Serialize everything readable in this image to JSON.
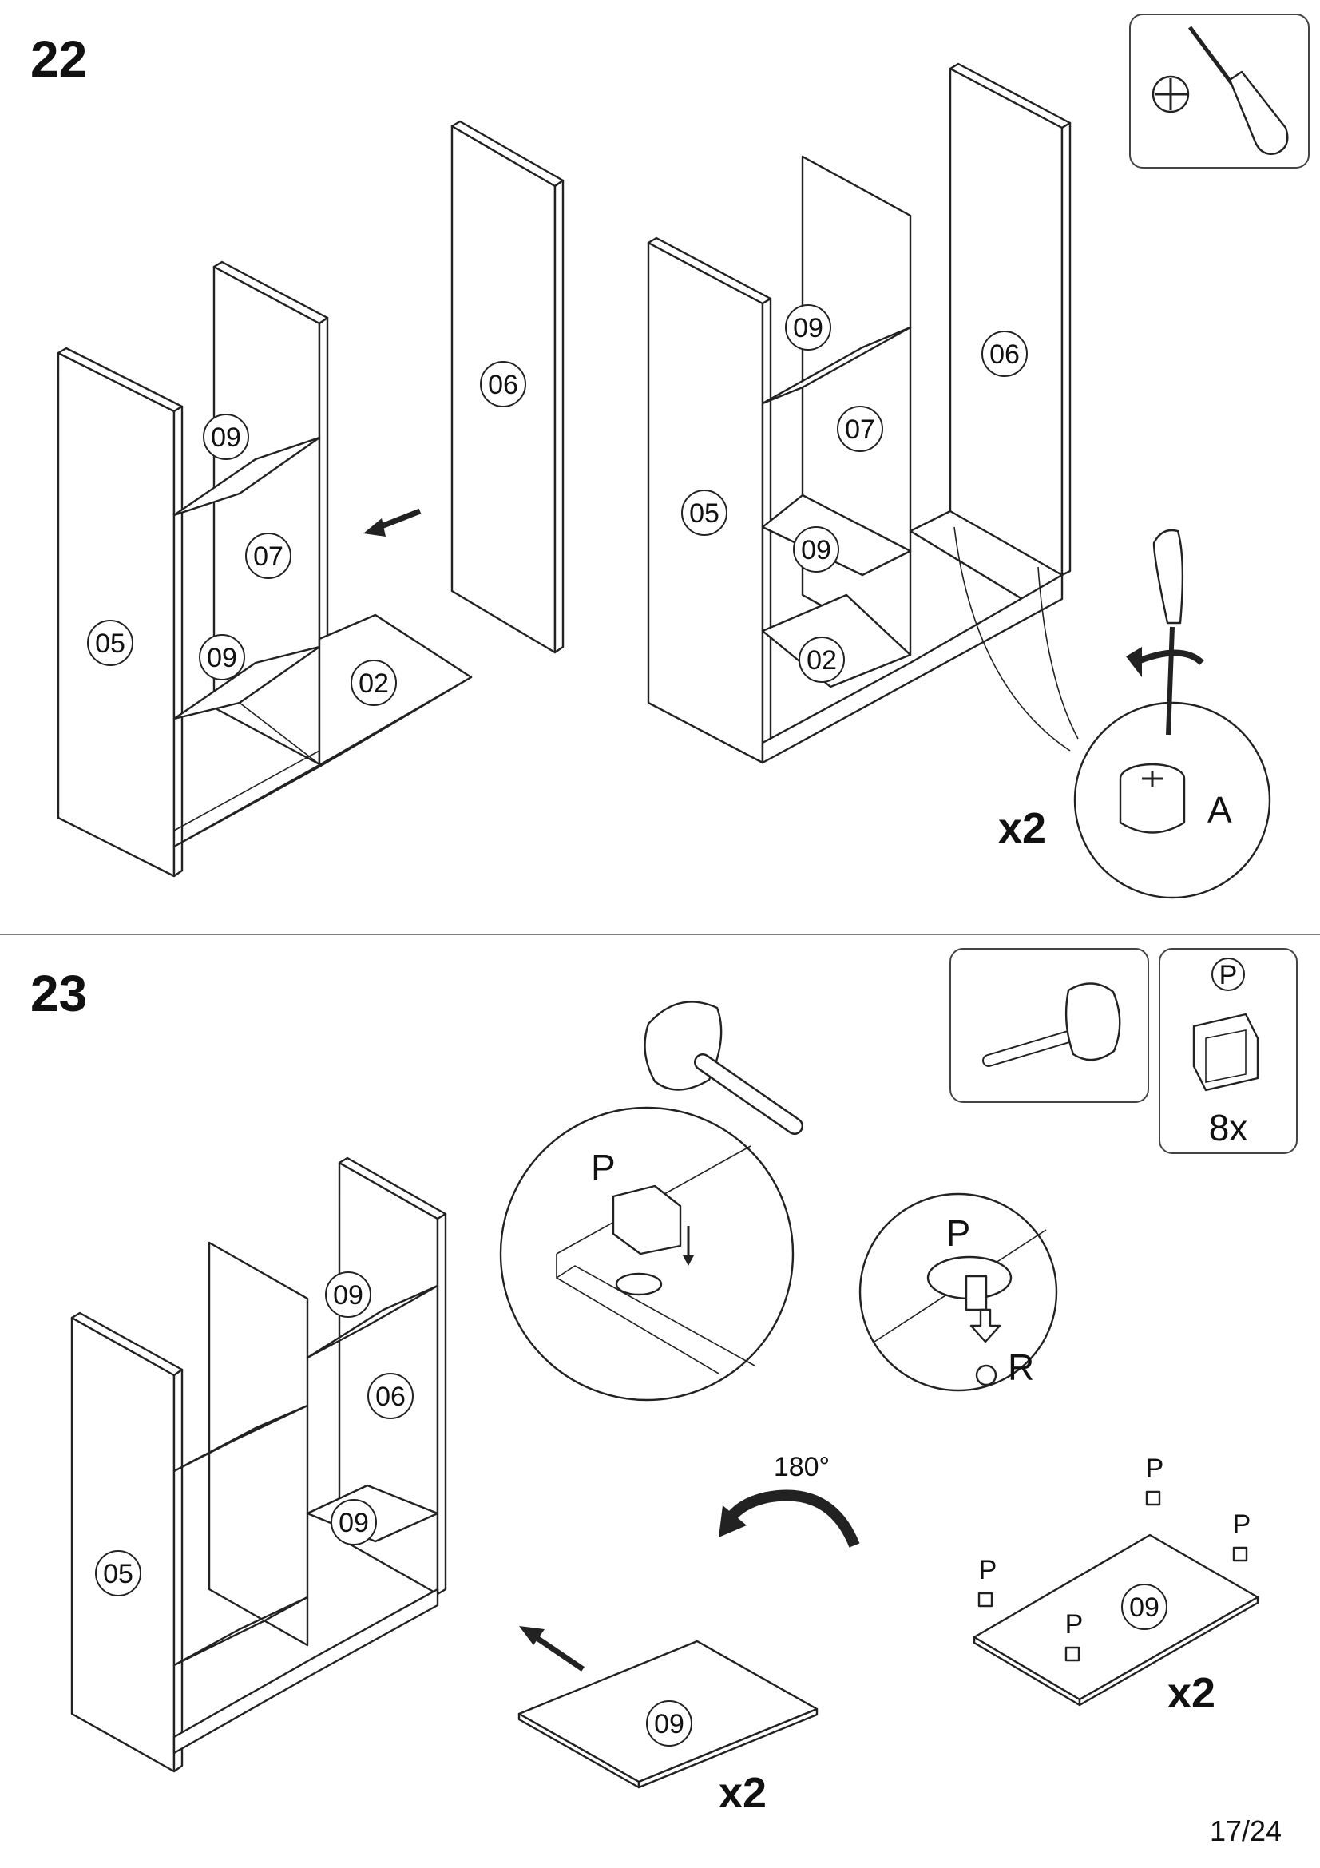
{
  "steps": [
    {
      "number": "22",
      "tool": "phillips-screwdriver",
      "labels": {
        "left_side": "05",
        "middle_divider": "07",
        "top_shelf": "09",
        "lower_shelf": "09",
        "base": "02",
        "back_panel": "06",
        "r_side": "05",
        "r_top_shelf": "09",
        "r_divider": "07",
        "r_lower_shelf": "09",
        "r_base": "02",
        "r_back": "06"
      },
      "fitting": "A",
      "multiplier": "x2"
    },
    {
      "number": "23",
      "tools": [
        "mallet"
      ],
      "part_box": {
        "part": "P",
        "quantity": "8x"
      },
      "labels": {
        "side": "05",
        "top_shelf": "09",
        "divider": "06",
        "mid_shelf": "09",
        "loose_shelf": "09",
        "flipped_shelf": "09"
      },
      "detail_left_part": "P",
      "detail_right_part": "P",
      "detail_right_fitting": "R",
      "rotation": "180°",
      "peg_labels": [
        "P",
        "P",
        "P",
        "P"
      ],
      "multiplier_loose": "x2",
      "multiplier_flipped": "x2"
    }
  ],
  "page_number": "17/24"
}
